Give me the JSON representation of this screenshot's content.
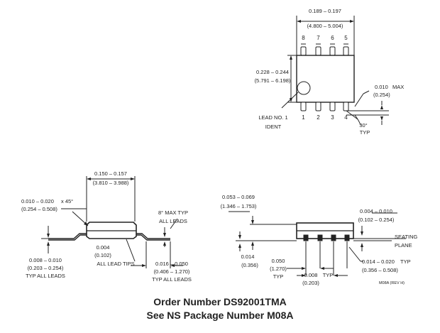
{
  "top_view": {
    "width_dim": "0.189 – 0.197",
    "width_dim_mm": "(4.800 – 5.004)",
    "height_dim": "0.228 – 0.244",
    "height_dim_mm": "(5.791 – 6.198)",
    "pin_numbers_top": [
      "8",
      "7",
      "6",
      "5"
    ],
    "pin_numbers_bottom": [
      "1",
      "2",
      "3",
      "4"
    ],
    "lead_ident": "LEAD NO. 1",
    "lead_ident_2": "IDENT",
    "max_dim": "0.010",
    "max_label": "MAX",
    "max_dim_mm": "(0.254)",
    "angle": "30°",
    "angle_typ": "TYP"
  },
  "side_view_left": {
    "body_dim": "0.150 – 0.157",
    "body_dim_mm": "(3.810 – 3.988)",
    "chamfer_dim": "0.010 – 0.020",
    "chamfer_suffix": "x 45°",
    "chamfer_dim_mm": "(0.254 – 0.508)",
    "angle_max": "8° MAX TYP",
    "angle_all": "ALL LEADS",
    "lead_thk": "0.008 – 0.010",
    "lead_thk_mm": "(0.203 – 0.254)",
    "lead_thk_note": "TYP ALL LEADS",
    "tip_dim": "0.004",
    "tip_dim_mm": "(0.102)",
    "tip_note": "ALL LEAD TIPS",
    "foot_dim": "0.016 – 0.050",
    "foot_dim_mm": "(0.406 – 1.270)",
    "foot_note": "TYP ALL LEADS"
  },
  "side_view_right": {
    "height_dim": "0.053 – 0.069",
    "height_dim_mm": "(1.346 – 1.753)",
    "standoff_dim": "0.004 – 0.010",
    "standoff_dim_mm": "(0.102 – 0.254)",
    "seating_1": "SEATING",
    "seating_2": "PLANE",
    "lead_h": "0.014",
    "lead_h_mm": "(0.356)",
    "pitch": "0.050",
    "pitch_mm": "(1.270)",
    "pitch_typ": "TYP",
    "lead_w": "0.014 – 0.020",
    "lead_w_typ": "TYP",
    "lead_w_mm": "(0.356 – 0.508)",
    "bottom_dim": "0.008",
    "bottom_typ": "TYP",
    "bottom_dim_mm": "(0.203)",
    "rev": "M08A (REV H)"
  },
  "footer": {
    "line1": "Order Number DS92001TMA",
    "line2": "See NS Package Number M08A"
  }
}
